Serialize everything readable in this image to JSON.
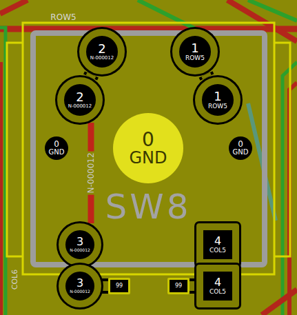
{
  "diagram": {
    "nodes": [
      {
        "text": [
          "2",
          "N-000012"
        ]
      },
      {
        "text": [
          "1",
          "ROW5"
        ]
      },
      {
        "text": [
          "2",
          "N-000012"
        ]
      },
      {
        "text": [
          "1",
          "ROW5"
        ]
      },
      {
        "text": [
          "0",
          "GND"
        ]
      },
      {
        "text": [
          "0",
          "GND"
        ]
      },
      {
        "text": [
          "0",
          "GND"
        ]
      },
      {
        "text": [
          "3",
          "N-000012"
        ]
      },
      {
        "text": [
          "4",
          "COL5"
        ]
      },
      {
        "text": [
          "3",
          "N-000012"
        ]
      },
      {
        "text": [
          "99"
        ]
      },
      {
        "text": [
          "99"
        ]
      },
      {
        "text": [
          "4",
          "COL5"
        ]
      }
    ],
    "edges": [
      {
        "from": 0,
        "to": 2,
        "arrow": "none"
      },
      {
        "from": 1,
        "to": 3,
        "arrow": "none"
      },
      {
        "from": 7,
        "to": 9,
        "arrow": "none"
      },
      {
        "from": 9,
        "to": 10,
        "arrow": "none"
      },
      {
        "from": 8,
        "to": 12,
        "arrow": "none"
      },
      {
        "from": 11,
        "to": 12,
        "arrow": "none"
      },
      {
        "from": 2,
        "to": 7,
        "label": "N-000012",
        "arrow": "none"
      }
    ],
    "labels": [
      "ROW5",
      "SW8",
      "COL6"
    ]
  }
}
